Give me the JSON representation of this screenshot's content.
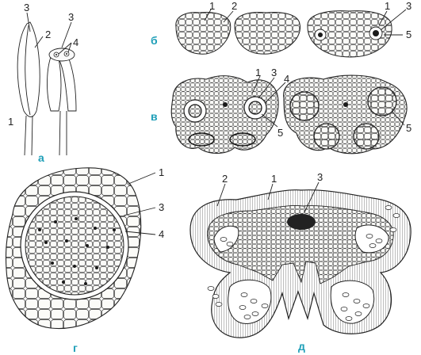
{
  "panels": {
    "a": "а",
    "b": "б",
    "v": "в",
    "g": "г",
    "d": "д"
  },
  "labels": {
    "a_1": "1",
    "a_2": "2",
    "a_3": "3",
    "a_3b": "3",
    "a_4": "4",
    "b_1": "1",
    "b_2": "2",
    "b_1b": "1",
    "b_3": "3",
    "b_5": "5",
    "v_1": "1",
    "v_3": "3",
    "v_4": "4",
    "v_5": "5",
    "v_5b": "5",
    "g_1": "1",
    "g_3": "3",
    "g_4": "4",
    "d_1": "1",
    "d_2": "2",
    "d_3": "3"
  },
  "colors": {
    "panel_label": "#1f9fb8",
    "line": "#222222",
    "cell_fill": "#f6f6f2"
  }
}
